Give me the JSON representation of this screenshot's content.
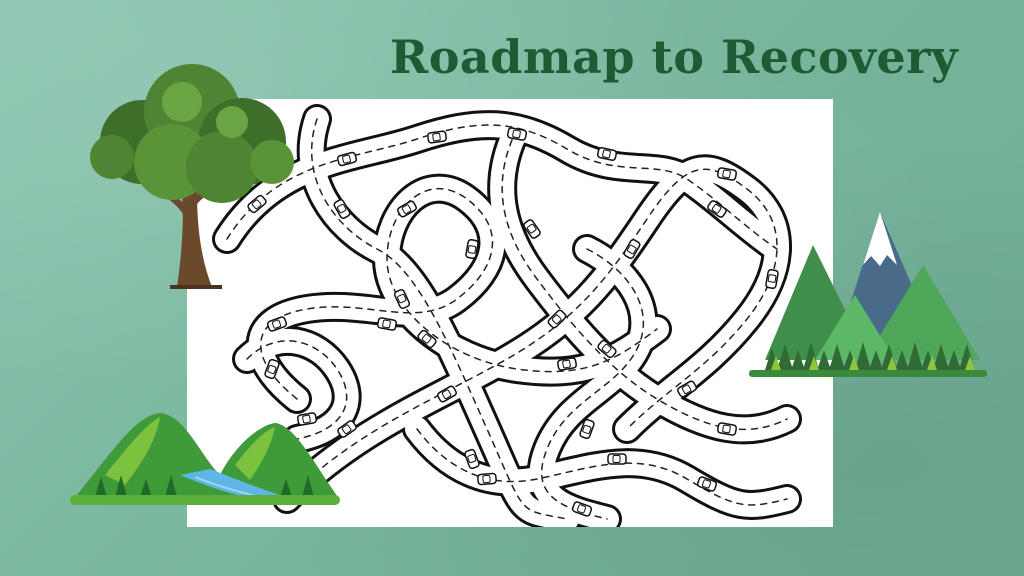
{
  "slide": {
    "title": "Roadmap to Recovery",
    "background_color": "#7fbba4",
    "title_color": "#1f5a35"
  },
  "illustrations": {
    "map": "tangled-roads-with-cars",
    "tree": "oak-tree",
    "right": "snowy-mountains-with-forest",
    "left": "green-hills-with-river"
  }
}
